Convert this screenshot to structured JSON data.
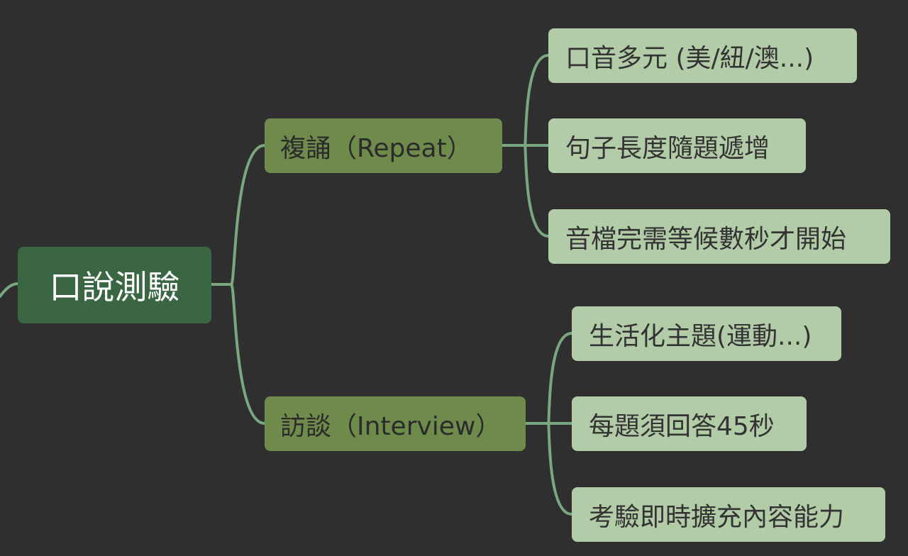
{
  "mindmap": {
    "root": {
      "label": "口說測驗"
    },
    "branches": [
      {
        "label": "複誦（Repeat）",
        "children": [
          {
            "label": "口音多元 (美/紐/澳...)"
          },
          {
            "label": "句子長度隨題遞增"
          },
          {
            "label": "音檔完需等候數秒才開始"
          }
        ]
      },
      {
        "label": "訪談（Interview）",
        "children": [
          {
            "label": "生活化主題(運動...)"
          },
          {
            "label": "每題須回答45秒"
          },
          {
            "label": "考驗即時擴充內容能力"
          }
        ]
      }
    ]
  },
  "colors": {
    "background": "#2f2f2f",
    "connector": "#7aa77f",
    "root_fill": "#3a6644",
    "branch_fill": "#6e8b4c",
    "leaf_fill": "#b3cca8"
  }
}
